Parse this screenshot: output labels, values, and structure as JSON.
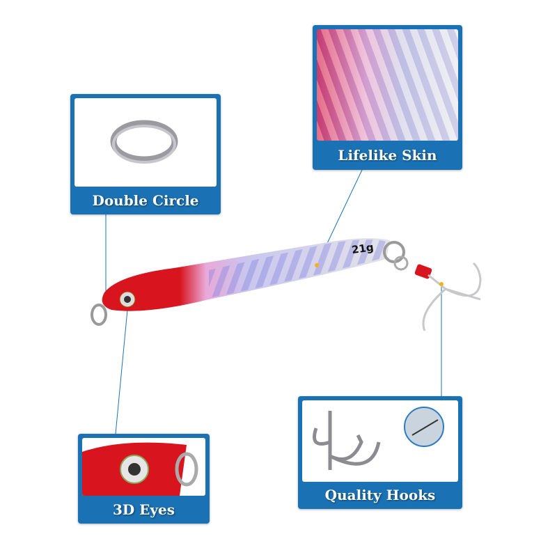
{
  "callouts": {
    "double_circle": "Double Circle",
    "lifelike_skin": "Lifelike Skin",
    "eyes": "3D Eyes",
    "hooks": "Quality Hooks"
  },
  "lure": {
    "weight_label": "21g"
  },
  "colors": {
    "card_blue": "#1a72b4",
    "lure_red": "#d8141e",
    "pointer_dot": "#f3b31b"
  }
}
